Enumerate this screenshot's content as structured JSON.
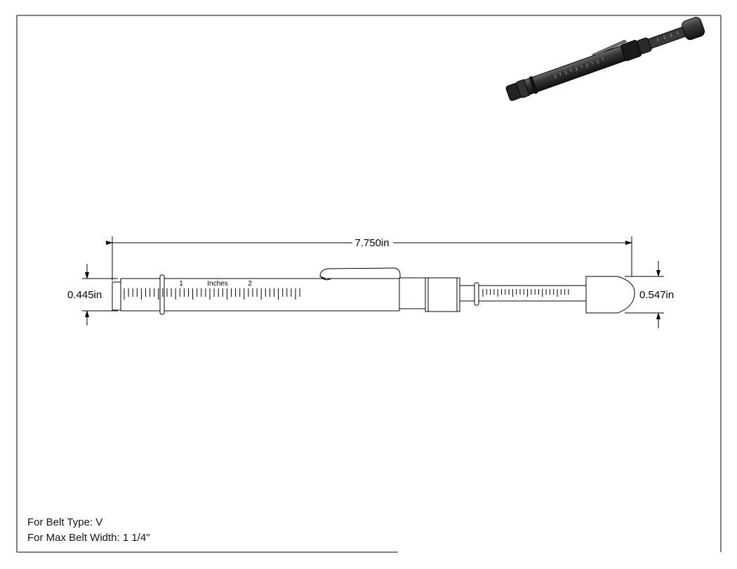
{
  "drawing": {
    "overall_length": "7.750in",
    "body_diameter": "0.445in",
    "cap_diameter": "0.547in",
    "scale_unit": "Inches",
    "scale_numbers": [
      "1",
      "2"
    ]
  },
  "notes": {
    "belt_type": "For Belt Type: V",
    "max_belt_width": "For Max Belt Width: 1 1/4\""
  }
}
